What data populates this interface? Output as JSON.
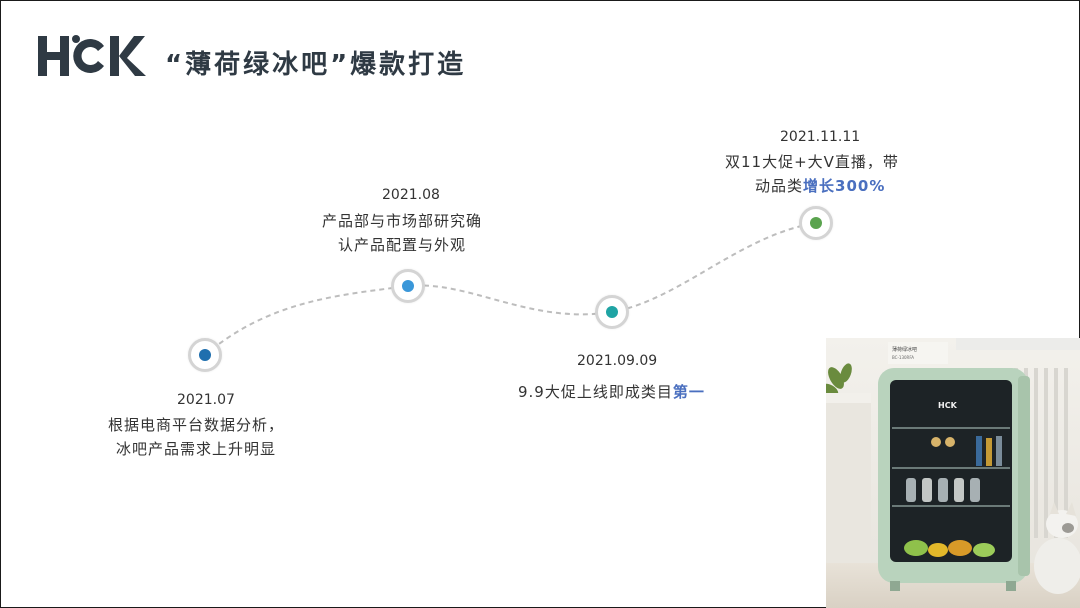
{
  "header": {
    "logo_text": "HCK",
    "title": "“薄荷绿冰吧”爆款打造"
  },
  "colors": {
    "logo": "#2f3a44",
    "dot_1": "#1f6fae",
    "dot_2": "#3a97d9",
    "dot_3": "#1fa4a4",
    "dot_4": "#5aa34e",
    "highlight": "#4a6fbf"
  },
  "timeline": [
    {
      "date": "2021.07",
      "line1": "根据电商平台数据分析，",
      "line2": "冰吧产品需求上升明显"
    },
    {
      "date": "2021.08",
      "line1": "产品部与市场部研究确",
      "line2": "认产品配置与外观"
    },
    {
      "date": "2021.09.09",
      "line1_pre": "9.9大促上线即成类目",
      "line1_hl": "第一"
    },
    {
      "date": "2021.11.11",
      "line1": "双11大促+大V直播，带",
      "line2_pre": "动品类",
      "line2_hl": "增长300%"
    }
  ],
  "photo": {
    "fridge_brand": "HCK",
    "box_label_1": "薄荷绿冰吧",
    "box_label_2": "BC-130RFA"
  }
}
